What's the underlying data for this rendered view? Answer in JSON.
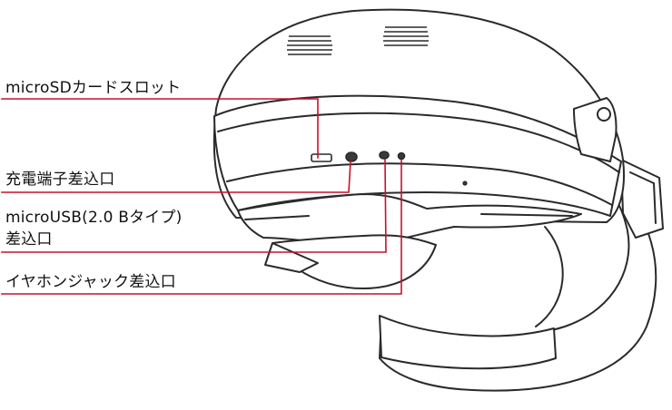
{
  "callouts": [
    {
      "id": "microsd",
      "text": "microSDカードスロット"
    },
    {
      "id": "charge",
      "text": "充電端子差込口"
    },
    {
      "id": "usb_line1",
      "text": "microUSB(2.0 Bタイプ)"
    },
    {
      "id": "usb_line2",
      "text": "差込口"
    },
    {
      "id": "earphone",
      "text": "イヤホンジャック差込口"
    }
  ],
  "colors": {
    "callout_line": "#c8102e",
    "device_outline": "#2a2a2a",
    "device_fill": "#ffffff",
    "label_text": "#111111"
  },
  "icons": [
    "vent-grille",
    "microsd-slot",
    "charge-port",
    "usb-port",
    "earphone-jack",
    "side-panel",
    "head-strap"
  ]
}
